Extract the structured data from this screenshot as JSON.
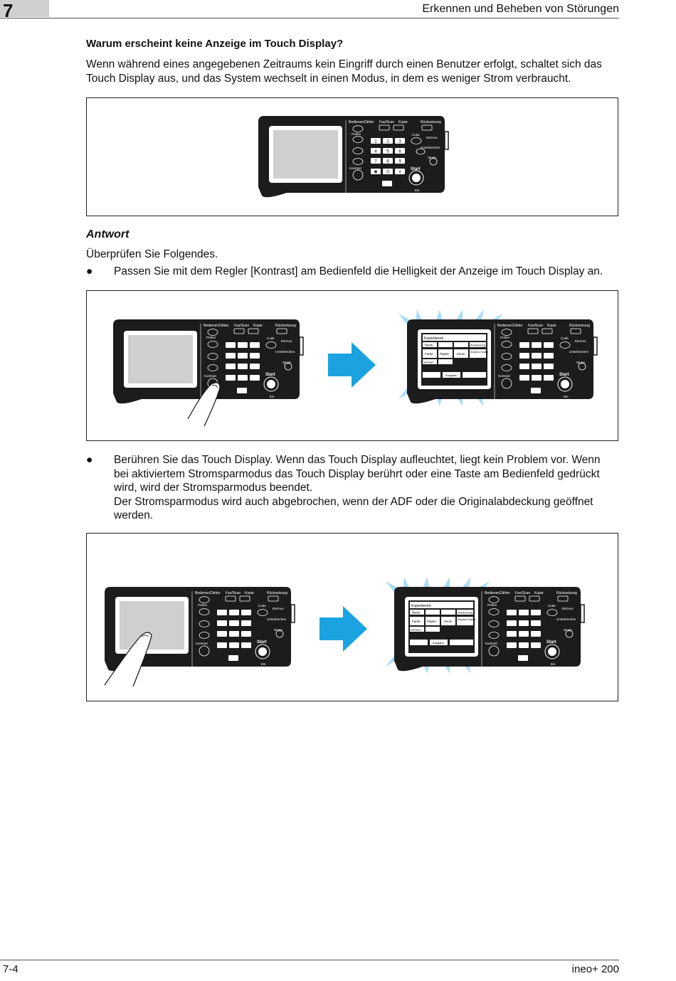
{
  "header": {
    "chapter_number": "7",
    "title": "Erkennen und Beheben von Störungen"
  },
  "question": {
    "heading": "Warum erscheint keine Anzeige im Touch Display?",
    "text": "Wenn während eines angegebenen Zeitraums kein Eingriff durch einen Benutzer erfolgt, schaltet sich das Touch Display aus, und das System wechselt in einen Modus, in dem es weniger Strom verbraucht."
  },
  "answer": {
    "heading": "Antwort",
    "intro": "Überprüfen Sie Folgendes.",
    "bullets": [
      "Passen Sie mit dem Regler [Kontrast] am Bedienfeld die Helligkeit der Anzeige im Touch Display an.",
      "Berühren Sie das Touch Display. Wenn das Touch Display aufleuchtet, liegt kein Problem vor. Wenn bei aktiviertem Stromsparmodus das Touch Display berührt oder eine Taste am Bedienfeld gedrückt wird, wird der Stromsparmodus beendet."
    ],
    "bullet_note": "Der Stromsparmodus wird auch abgebrochen, wenn der ADF oder die Originalabdeckung geöffnet werden.",
    "bullet_symbol": "●"
  },
  "panel_labels": {
    "bediener": "Bediener/Zähler",
    "fax_scan": "Fax/Scan",
    "kopie": "Kopie",
    "ruecksetzung": "Rücksetzung",
    "pruefen": "Prüfen",
    "code": "Code",
    "ein_aus": "Ein/Aus",
    "unterbrechen": "Unterbrechen",
    "stopp": "Stopp",
    "start": "Start",
    "kontrast": "Kontrast",
    "ein": "Ein",
    "keys": [
      "1",
      "2",
      "3",
      "4",
      "5",
      "6",
      "7",
      "8",
      "9",
      "✱",
      "0",
      "#"
    ]
  },
  "screen_labels": {
    "status": "Kopierbereit",
    "basis": "Basis",
    "anwendung": "Anwendung",
    "farbe": "Farbe",
    "papier": "Papier",
    "zoom": "Zoom",
    "simplex": "Simplex/ Duplex",
    "schwarz": "Schwarz",
    "ausgabe": "Ausgabe"
  },
  "colors": {
    "panel": "#1c1c1c",
    "arrow": "#1aa3e0",
    "glow": "#a9dcf5"
  },
  "footer": {
    "page": "7-4",
    "product": "ineo+ 200"
  }
}
